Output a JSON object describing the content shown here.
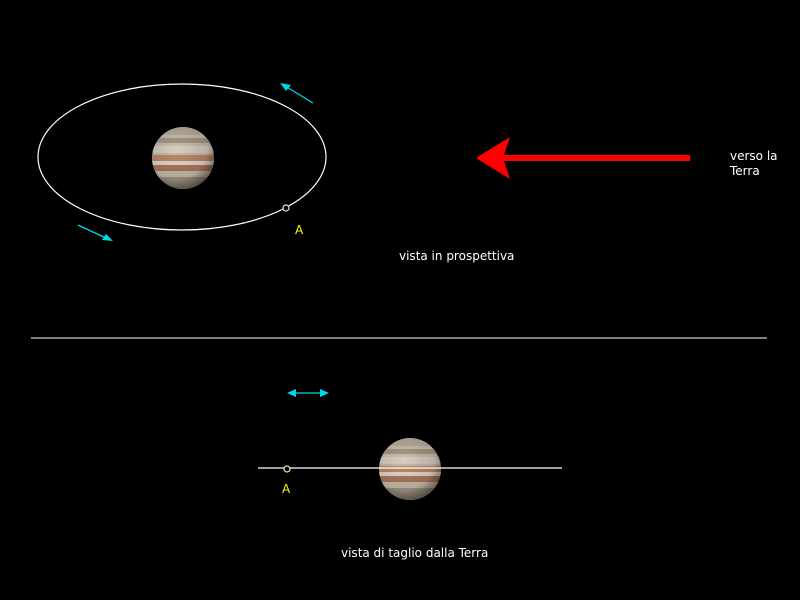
{
  "labels": {
    "perspective_caption": "vista in prospettiva",
    "edge_caption": "vista di taglio dalla Terra",
    "earth_direction_line1": "verso la",
    "earth_direction_line2": "Terra",
    "point_top": "A",
    "point_bottom": "A"
  },
  "colors": {
    "background": "#000000",
    "orbit": "#ffffff",
    "divider": "#ffffff",
    "motion_arrows": "#00d8e8",
    "earth_arrow": "#ff0000",
    "point_label": "#ffff00",
    "point_marker": "#ffe0b0"
  },
  "icons": {
    "planet": "jupiter",
    "motion_arrows": "cyan-arrow",
    "earth_arrow": "red-arrow",
    "point_marker": "point-marker"
  }
}
